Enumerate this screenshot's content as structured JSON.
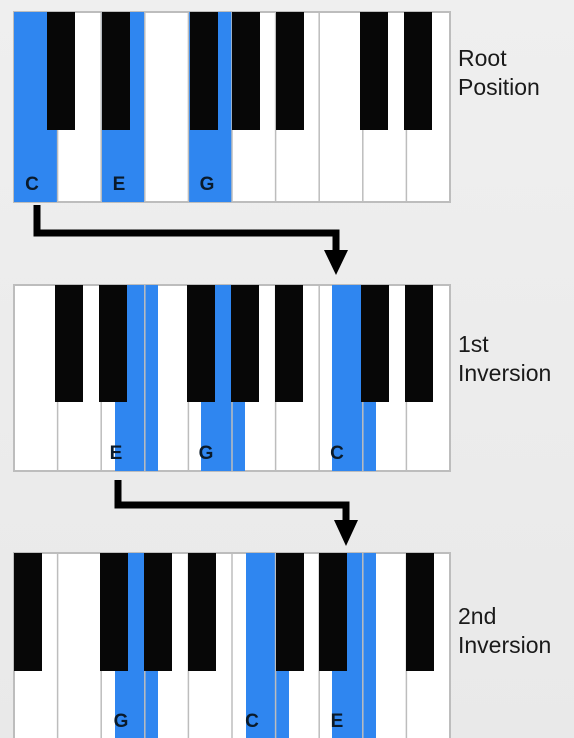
{
  "colors": {
    "highlight": "#2f86f0",
    "white_key": "#ffffff",
    "black_key": "#070707",
    "key_border": "#bdbdbd",
    "arrow": "#000000",
    "note_label": "#0a1a2a"
  },
  "keyboards": [
    {
      "name": "root-position",
      "caption_line1": "Root",
      "caption_line2": "Position",
      "highlighted_white_keys": [
        0,
        2,
        4
      ],
      "highlighted_black_keys": [],
      "notes": [
        "C",
        "E",
        "G"
      ]
    },
    {
      "name": "first-inversion",
      "caption_line1": "1st",
      "caption_line2": "Inversion",
      "highlighted_white_keys": [
        2,
        4
      ],
      "highlighted_black_keys": [],
      "notes": [
        "E",
        "G",
        "C"
      ]
    },
    {
      "name": "second-inversion",
      "caption_line1": "2nd",
      "caption_line2": "Inversion",
      "highlighted_white_keys": [
        2
      ],
      "highlighted_black_keys": [],
      "notes": [
        "G",
        "C",
        "E"
      ]
    }
  ],
  "arrows": [
    {
      "name": "arrow-root-to-first"
    },
    {
      "name": "arrow-first-to-second"
    }
  ]
}
